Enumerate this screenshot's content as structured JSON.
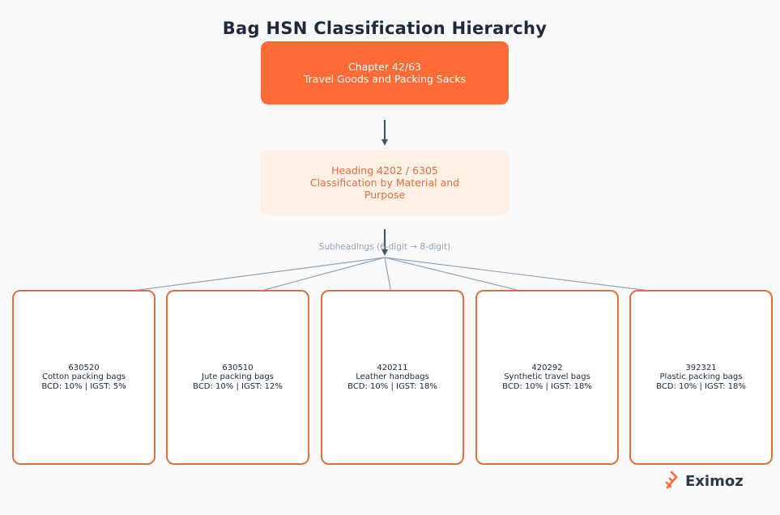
{
  "title": "Bag HSN Classification Hierarchy",
  "chapter": {
    "line1": "Chapter 42/63",
    "line2": "Travel Goods and Packing Sacks"
  },
  "heading": {
    "line1": "Heading 4202 / 6305",
    "line2": "Classification by Material and Purpose"
  },
  "subheadings_label": "Subheadings (6-digit → 8-digit)",
  "leaves": [
    {
      "code": "630520",
      "name": "Cotton packing bags",
      "duty": "BCD: 10% | IGST: 5%"
    },
    {
      "code": "630510",
      "name": "Jute packing bags",
      "duty": "BCD: 10% | IGST: 12%"
    },
    {
      "code": "420211",
      "name": "Leather handbags",
      "duty": "BCD: 10% | IGST: 18%"
    },
    {
      "code": "420292",
      "name": "Synthetic travel bags",
      "duty": "BCD: 10% | IGST: 18%"
    },
    {
      "code": "392321",
      "name": "Plastic packing bags",
      "duty": "BCD: 10% | IGST: 18%"
    }
  ],
  "logo": {
    "text": "Eximoz",
    "icon": "eximoz-logo-icon"
  },
  "colors": {
    "accent": "#ff6b35",
    "heading_bg": "#fff0e6",
    "heading_text": "#e2703a",
    "leaf_border": "#e2703a",
    "arrow": "#475569",
    "connector": "#94a3b8"
  }
}
